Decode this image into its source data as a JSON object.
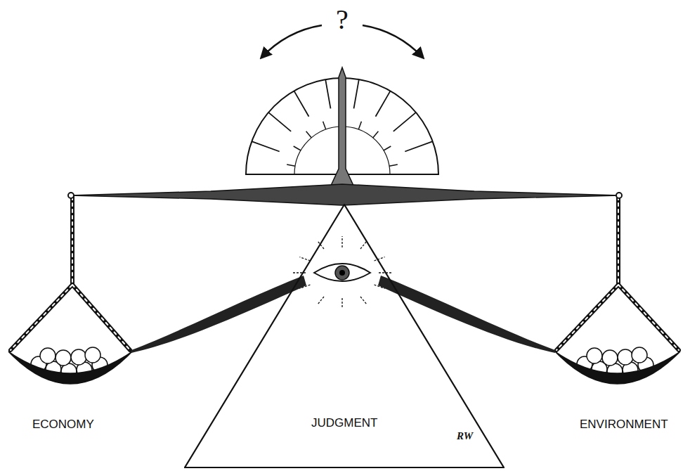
{
  "diagram": {
    "nodes": [
      {
        "text": [
          "JUDGMENT"
        ]
      }
    ],
    "labels": [
      "?",
      "ECONOMY",
      "ENVIRONMENT",
      "RW"
    ]
  }
}
